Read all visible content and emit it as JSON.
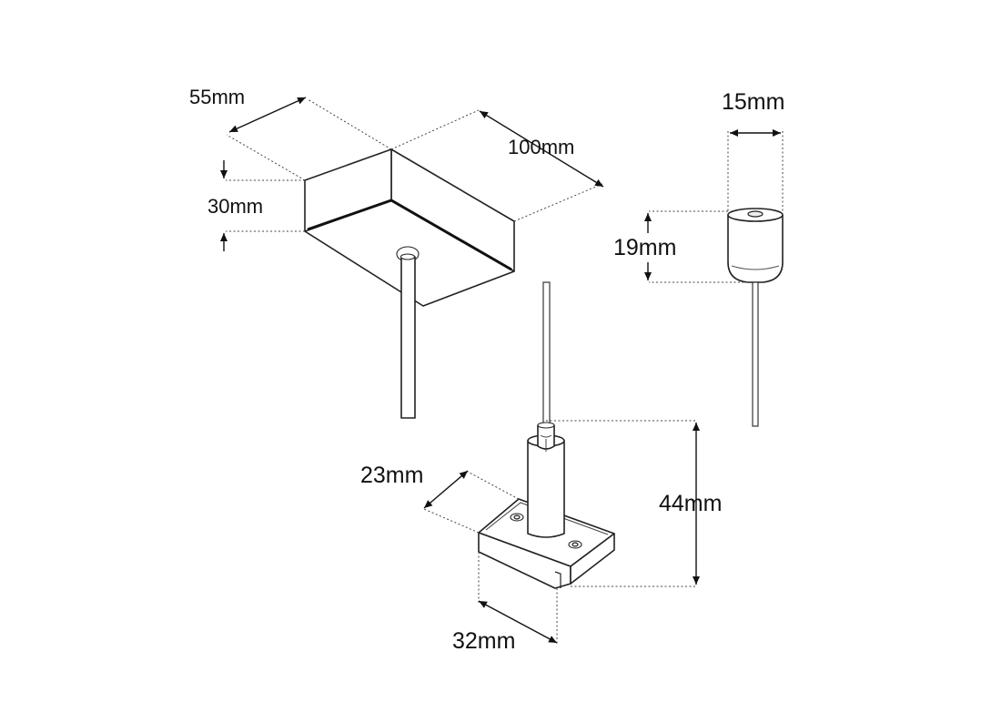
{
  "dimensions": {
    "canopy_depth": "55mm",
    "canopy_length": "100mm",
    "canopy_height": "30mm",
    "gripper_diameter": "15mm",
    "gripper_height": "19mm",
    "adapter_depth": "23mm",
    "adapter_height": "44mm",
    "adapter_width": "32mm"
  },
  "colors": {
    "line": "#222222",
    "background": "#ffffff"
  }
}
